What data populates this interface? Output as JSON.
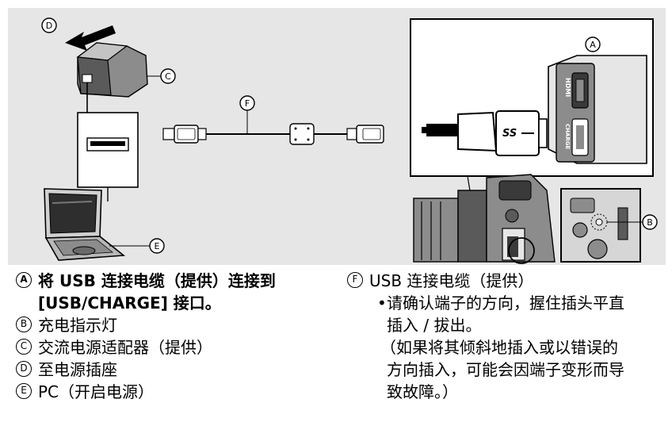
{
  "callouts": {
    "A": "A",
    "B": "B",
    "C": "C",
    "D": "D",
    "E": "E",
    "F": "F"
  },
  "legend_left": [
    {
      "marker": "A",
      "line1": "将 USB 连接电缆（提供）连接到",
      "line2": "[USB/CHARGE] 接口。",
      "bold": true
    },
    {
      "marker": "B",
      "line1": "充电指示灯"
    },
    {
      "marker": "C",
      "line1": "交流电源适配器（提供）"
    },
    {
      "marker": "D",
      "line1": "至电源插座"
    },
    {
      "marker": "E",
      "line1": "PC（开启电源）"
    }
  ],
  "legend_right": {
    "marker": "F",
    "title": "USB 连接电缆（提供）",
    "bullet": "•",
    "note_line1": "请确认端子的方向，握住插头平直",
    "note_line2": "插入 / 拔出。",
    "paren_line1": "（如果将其倾斜地插入或以错误的",
    "paren_line2": "方向插入，可能会因端子变形而导",
    "paren_line3": "致故障。）"
  },
  "port_labels": {
    "hdmi": "HDMI",
    "charge": "CHARGE",
    "ss_logo": "SS"
  },
  "colors": {
    "panel_bg": "#e6e6e6",
    "line": "#000000",
    "device_gray": "#8c8c8c",
    "device_dark": "#3a3a3a"
  }
}
